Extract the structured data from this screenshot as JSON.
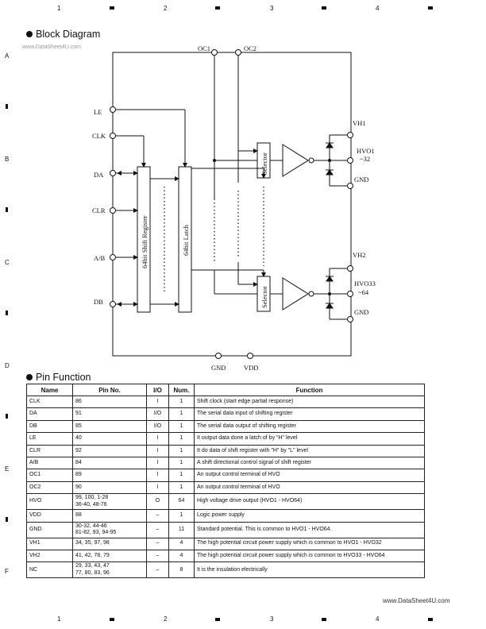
{
  "ruler": {
    "columns": [
      "1",
      "2",
      "3",
      "4"
    ],
    "rows": [
      "A",
      "B",
      "C",
      "D",
      "E",
      "F"
    ]
  },
  "block_diagram": {
    "title": "Block Diagram",
    "watermark": "www.DataSheet4U.com",
    "pins_left": [
      "LE",
      "CLK",
      "DA",
      "CLR",
      "A/B",
      "DB"
    ],
    "pins_top": [
      "OC1",
      "OC2"
    ],
    "pins_bottom": [
      "GND",
      "VDD"
    ],
    "blocks": {
      "shift_register": "64bit Shift Register",
      "latch": "64bit Latch",
      "selector_top": "Selector",
      "selector_bottom": "Selector"
    },
    "right_labels": {
      "vh1": "VH1",
      "hvo1": "HVO1",
      "hvo1_range": "~32",
      "gnd1": "GND",
      "vh2": "VH2",
      "hvo33": "HVO33",
      "hvo33_range": "~64",
      "gnd2": "GND"
    }
  },
  "pin_function": {
    "title": "Pin Function",
    "headers": [
      "Name",
      "Pin No.",
      "I/O",
      "Num.",
      "Function"
    ],
    "rows": [
      {
        "name": "CLK",
        "pin": "86",
        "io": "I",
        "num": "1",
        "func": "Shift clock (start edge partial response)"
      },
      {
        "name": "DA",
        "pin": "91",
        "io": "I/O",
        "num": "1",
        "func": "The serial data input of shifting register"
      },
      {
        "name": "DB",
        "pin": "85",
        "io": "I/O",
        "num": "1",
        "func": "The serial data output of shifting register"
      },
      {
        "name": "LE",
        "pin": "40",
        "io": "I",
        "num": "1",
        "func": "It output data done a latch of by \"H\" level"
      },
      {
        "name": "CLR",
        "pin": "92",
        "io": "I",
        "num": "1",
        "func": "It do data of shift register with \"H\" by \"L\" level"
      },
      {
        "name": "A/B",
        "pin": "84",
        "io": "I",
        "num": "1",
        "func": "A shift directional control signal of shift register"
      },
      {
        "name": "OC1",
        "pin": "89",
        "io": "I",
        "num": "1",
        "func": "An output control terminal of HVO"
      },
      {
        "name": "OC2",
        "pin": "90",
        "io": "I",
        "num": "1",
        "func": "An output control terminal of HVO"
      },
      {
        "name": "HVO",
        "pin": "99, 100, 1-28\n36-40, 48-76",
        "io": "O",
        "num": "64",
        "func": "High voltage drive output (HVO1 - HVO64)"
      },
      {
        "name": "VDD",
        "pin": "88",
        "io": "–",
        "num": "1",
        "func": "Logic power supply"
      },
      {
        "name": "GND",
        "pin": "30-32, 44-46\n81-82, 93, 94-95",
        "io": "–",
        "num": "11",
        "func": "Standard potential.  This is common to HVO1 - HVO64."
      },
      {
        "name": "VH1",
        "pin": "34, 35, 97, 98",
        "io": "–",
        "num": "4",
        "func": "The high potential circuit power supply which is common to HVO1 - HVO32"
      },
      {
        "name": "VH2",
        "pin": "41, 42, 78, 79",
        "io": "–",
        "num": "4",
        "func": "The high potential circuit power supply which is common to HVO33 - HVO64"
      },
      {
        "name": "NC",
        "pin": "29, 33, 43, 47\n77, 80, 83, 96",
        "io": "–",
        "num": "8",
        "func": "It is the insulation electrically"
      }
    ]
  },
  "footer": {
    "url": "www.DataSheet4U.com"
  }
}
